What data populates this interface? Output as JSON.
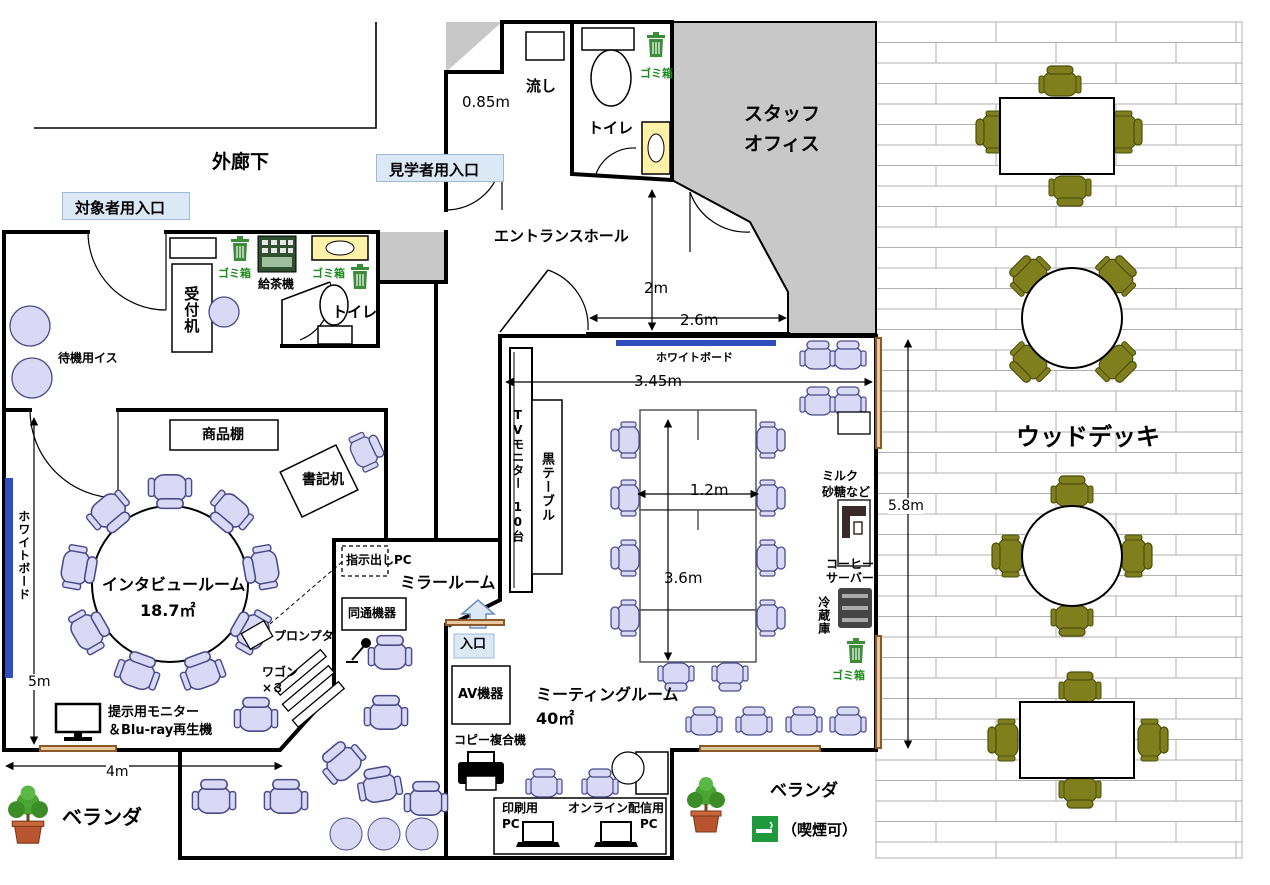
{
  "areas": {
    "outer_corridor": "外廊下",
    "entrance_hall": "エントランスホール",
    "staff_office_1": "スタッフ",
    "staff_office_2": "オフィス",
    "wood_deck": "ウッドデッキ",
    "veranda_left": "ベランダ",
    "veranda_right": "ベランダ",
    "smoking_ok": "（喫煙可）",
    "interview_room": "インタビュールーム",
    "interview_area": "18.7㎡",
    "mirror_room": "ミラールーム",
    "meeting_room": "ミーティングルーム",
    "meeting_area": "40㎡",
    "toilet_upper": "トイレ",
    "toilet_lower": "トイレ",
    "sink": "流し"
  },
  "entrances": {
    "subject": "対象者用入口",
    "observer": "見学者用入口",
    "mirror": "入口"
  },
  "fixtures": {
    "reception": "受付机",
    "tea_server": "給茶機",
    "waiting_chairs": "待機用イス",
    "product_shelf": "商品棚",
    "clerk_desk": "書記机",
    "whiteboard_left": "ホワイトボード",
    "whiteboard_top": "ホワイトボード",
    "prompter": "プロンプタ",
    "wagon": "ワゴン",
    "wagon_count": "×３",
    "monitor_1": "提示用モニター",
    "monitor_2": "＆Blu-ray再生機",
    "cue_pc": "指示出しPC",
    "interpreter": "同通機器",
    "av": "AV機器",
    "copier": "コピー複合機",
    "print_pc_1": "印刷用",
    "print_pc_2": "PC",
    "stream_pc_1": "オンライン配信用",
    "stream_pc_2": "PC",
    "tv_monitor": "TVモニター",
    "tv_count": "10台",
    "black_table": "黒テーブル",
    "milk_1": "ミルク",
    "milk_2": "砂糖など",
    "coffee_1": "コーヒー",
    "coffee_2": "サーバー",
    "fridge": "冷蔵庫"
  },
  "trash": {
    "t1": "ゴミ箱",
    "t2": "ゴミ箱",
    "t3": "ゴミ箱",
    "t4": "ゴミ箱"
  },
  "dimensions": {
    "d_085": "0.85m",
    "d_2": "2m",
    "d_26": "2.6m",
    "d_345": "3.45m",
    "d_12": "1.2m",
    "d_36": "3.6m",
    "d_58": "5.8m",
    "d_5": "5m",
    "d_4": "4m"
  },
  "colors": {
    "walls": "#000000",
    "chair": "#d9d9f5",
    "chair_stroke": "#4a4a8a",
    "deck_chair": "#7f7f1e",
    "whiteboard": "#2f4fbf",
    "staff_gray": "#c8c8c8",
    "trash": "#3c8c3c",
    "tag_bg": "#dbe9f6"
  },
  "icons": [
    "trash-can-icon",
    "plant-icon",
    "monitor-icon",
    "laptop-icon",
    "printer-icon",
    "microphone-icon",
    "no-smoking-sign-icon",
    "up-arrow-icon"
  ]
}
